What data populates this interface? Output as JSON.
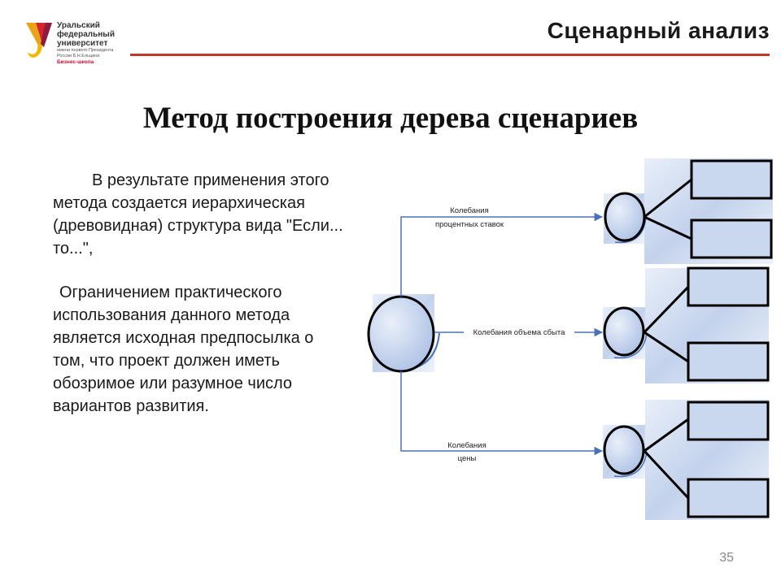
{
  "logo": {
    "lines": [
      "Уральский",
      "федеральный",
      "университет"
    ],
    "sub_lines": [
      "имени первого Президента",
      "России Б.Н.Ельцина"
    ],
    "school": "Бизнес-школа"
  },
  "header": {
    "title": "Сценарный анализ"
  },
  "slide": {
    "title": "Метод построения дерева сценариев",
    "paragraph1": "В результате применения этого метода создается иерархическая (древовидная) структура вида \"Если... то...\",",
    "paragraph2": "Ограничением практического использования данного метода является исходная предпосылка о том, что проект должен иметь обозримое или разумное число вариантов развития.",
    "page_number": "35"
  },
  "diagram": {
    "branches": [
      {
        "label_lines": [
          "Колебания",
          "процентных ставок"
        ]
      },
      {
        "label_lines": [
          "Колебания объема сбыта"
        ]
      },
      {
        "label_lines": [
          "Колебания",
          "цены"
        ]
      }
    ]
  },
  "colors": {
    "accent_red": "#c0392b",
    "connector_blue": "#4a72b8",
    "node_fill": "#c9d7ef"
  }
}
